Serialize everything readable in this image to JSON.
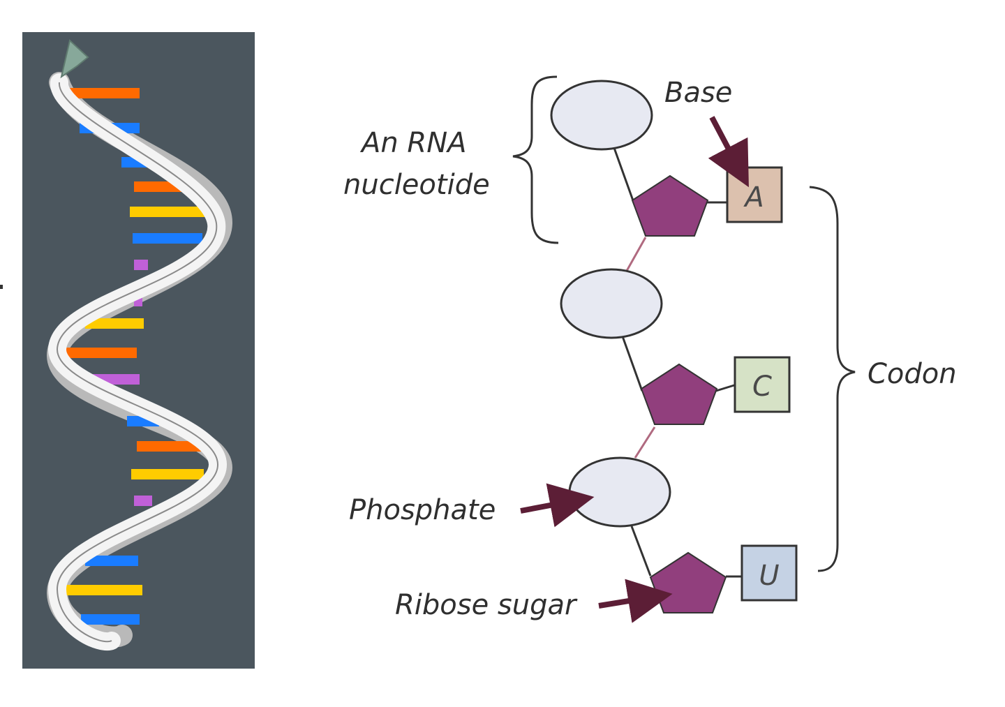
{
  "labels": {
    "rna_nucleotide_line1": "An RNA",
    "rna_nucleotide_line2": "nucleotide",
    "base": "Base",
    "codon": "Codon",
    "phosphate": "Phosphate",
    "ribose_sugar": "Ribose sugar"
  },
  "nucleotides": [
    {
      "base": "A",
      "base_color": "#dcc1ae"
    },
    {
      "base": "C",
      "base_color": "#d6e2c6"
    },
    {
      "base": "U",
      "base_color": "#c5d2e4"
    }
  ],
  "colors": {
    "helix_background": "#4b565e",
    "phosphate_fill": "#e7e9f2",
    "sugar_fill": "#913f7d",
    "arrow": "#5c1e36",
    "rung_orange": "#ff6a00",
    "rung_blue": "#1a7cff",
    "rung_yellow": "#ffcc00",
    "rung_purple": "#c060d8"
  },
  "helix_rungs": [
    "orange",
    "blue",
    "blue",
    "orange",
    "yellow",
    "blue",
    "purple",
    "purple",
    "yellow",
    "orange",
    "purple",
    "blue",
    "orange",
    "yellow",
    "purple",
    "blue",
    "yellow",
    "blue"
  ]
}
